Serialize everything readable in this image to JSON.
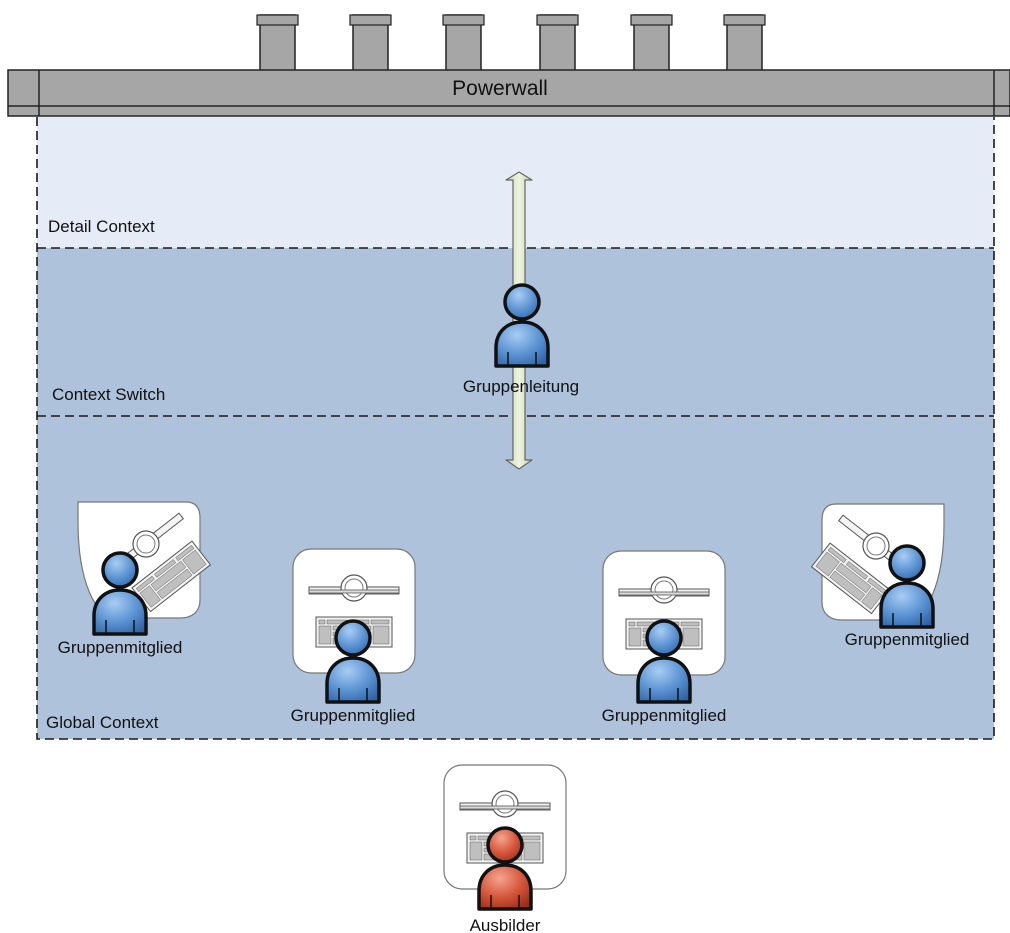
{
  "powerwall": {
    "label": "Powerwall",
    "projector_count": 6
  },
  "zones": {
    "detail": {
      "label": "Detail Context",
      "color": "#e6ecf7"
    },
    "switch": {
      "label": "Context Switch",
      "color": "#afc2dc"
    },
    "global": {
      "label": "Global Context",
      "color": "#afc2dc"
    }
  },
  "leader": {
    "label": "Gruppenleitung"
  },
  "members": [
    {
      "label": "Gruppenmitglied"
    },
    {
      "label": "Gruppenmitglied"
    },
    {
      "label": "Gruppenmitglied"
    },
    {
      "label": "Gruppenmitglied"
    }
  ],
  "instructor": {
    "label": "Ausbilder"
  },
  "colors": {
    "person_blue": "#5b93d3",
    "person_red": "#d4553a",
    "wall_gray": "#a6a6a6",
    "arrow_fill": "#dde6c8"
  }
}
